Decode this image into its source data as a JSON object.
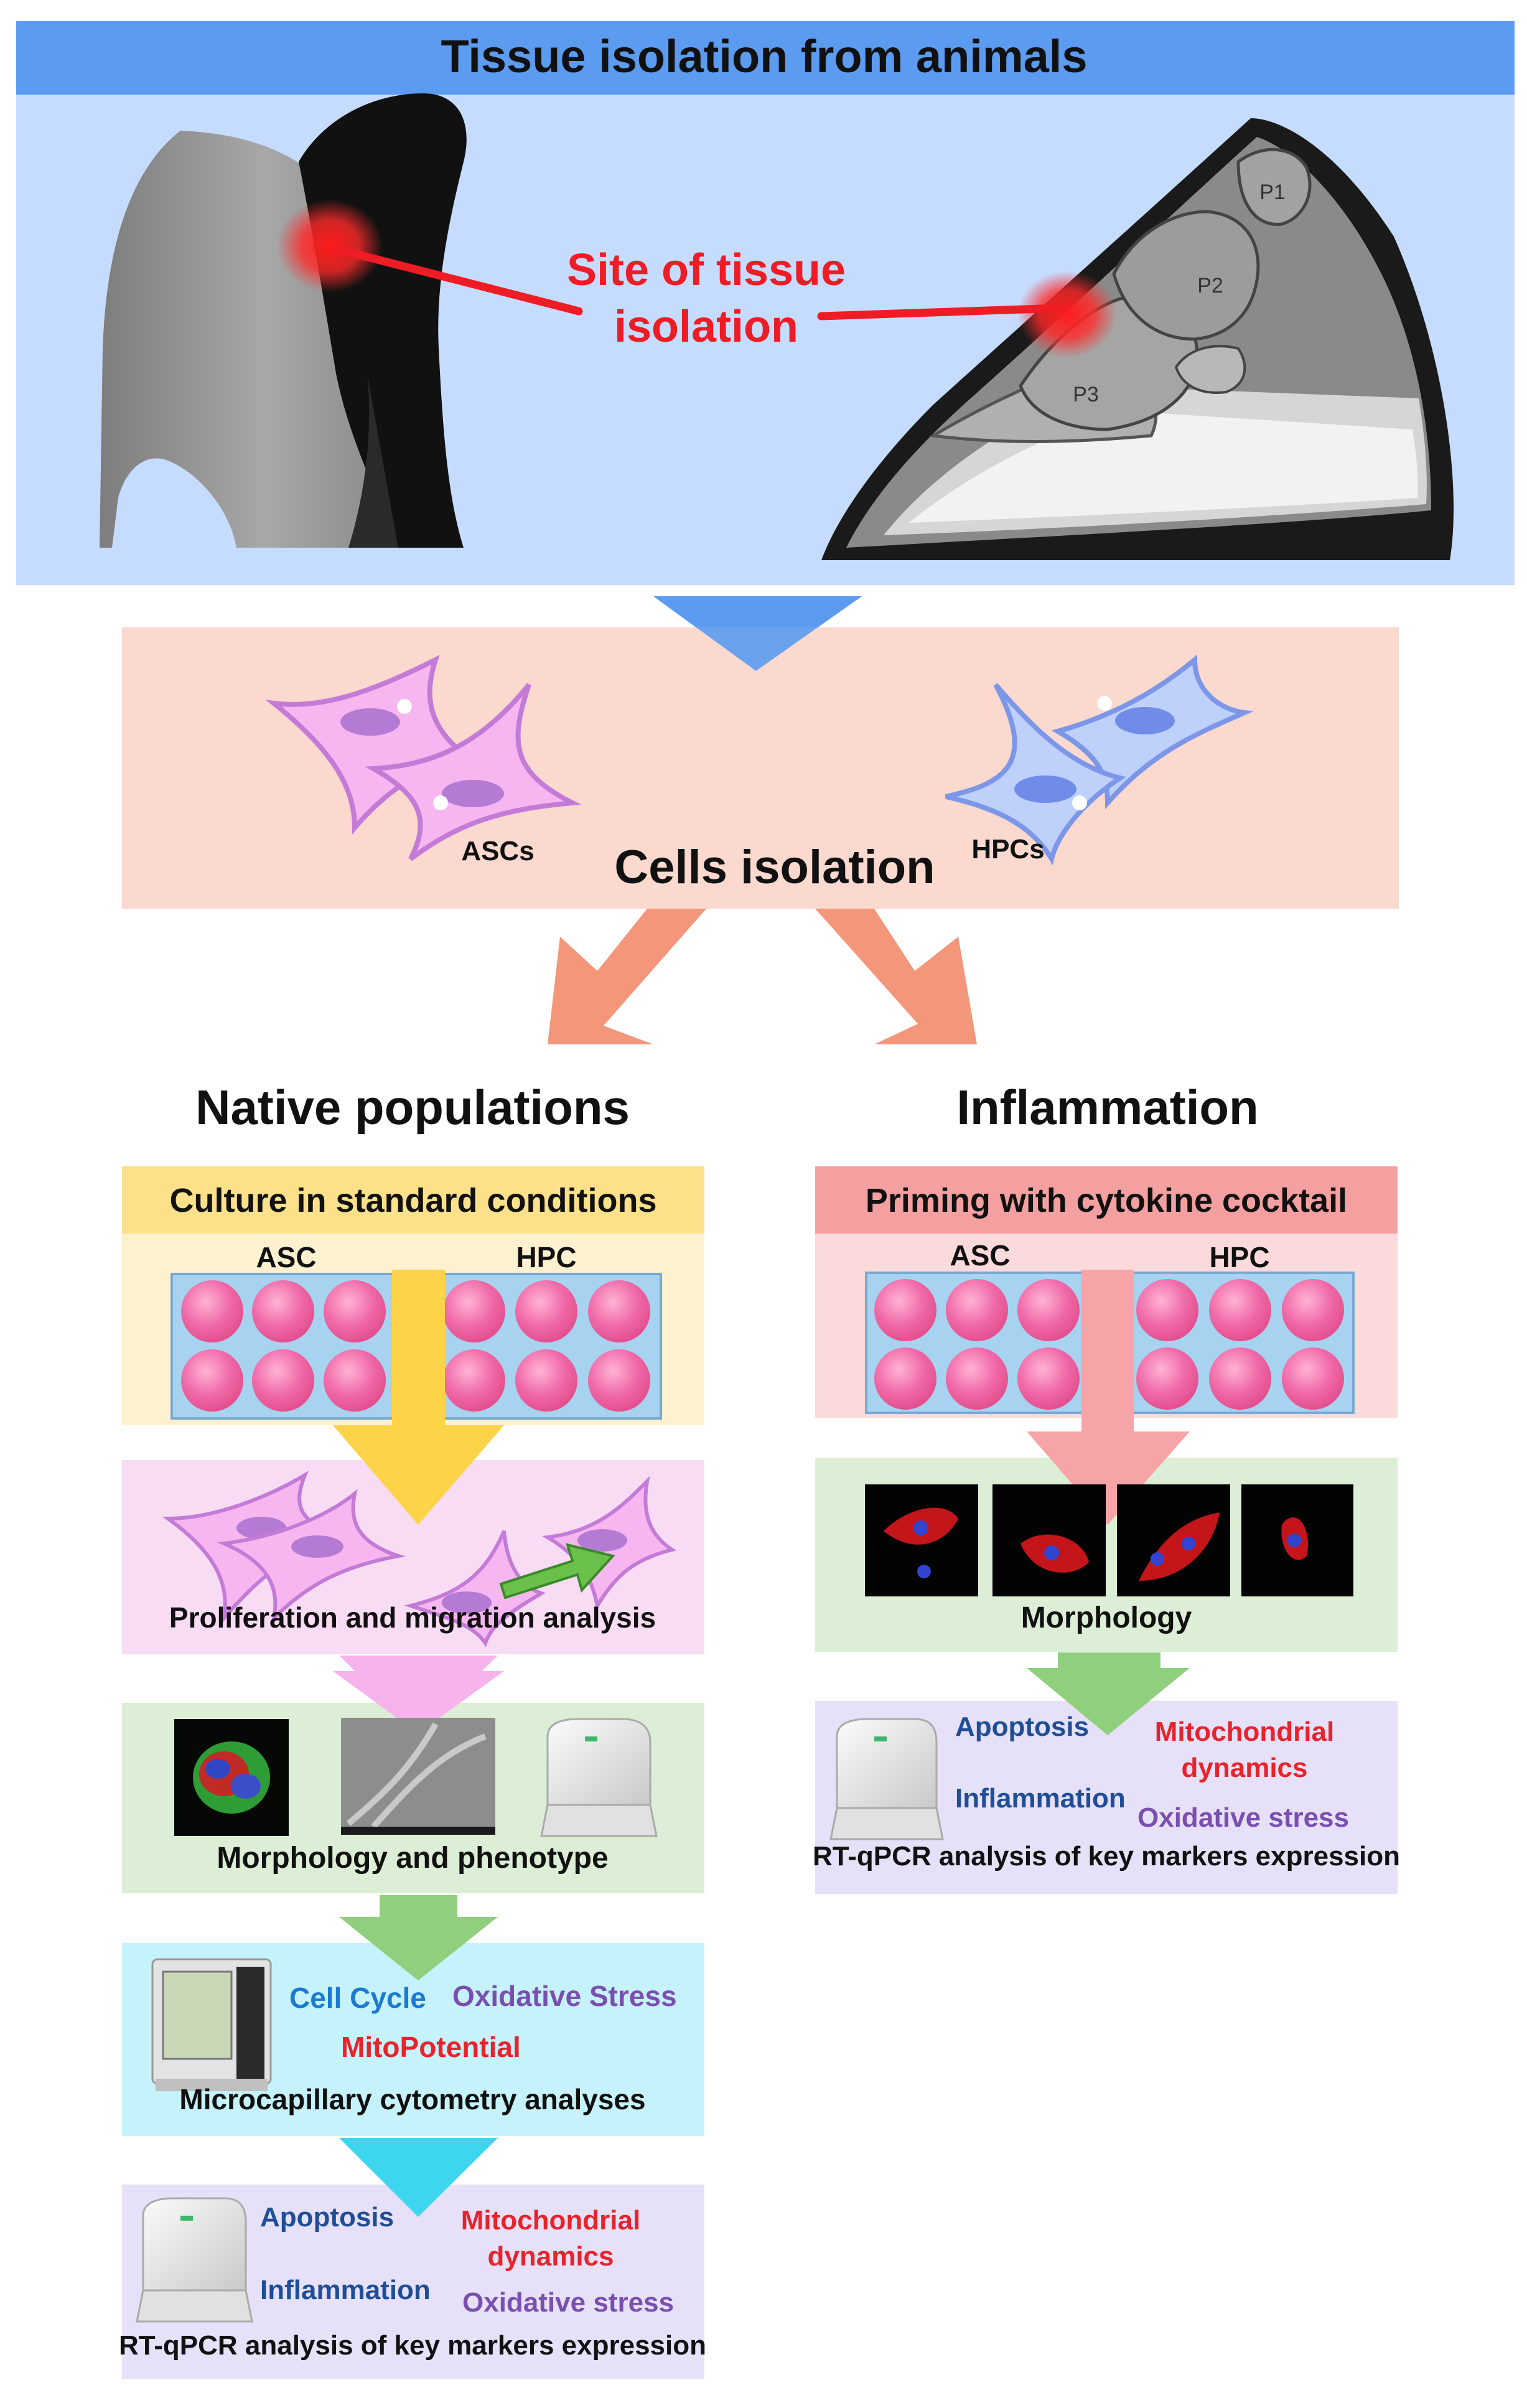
{
  "tissue": {
    "title": "Tissue isolation from animals",
    "site_label_line1": "Site of tissue",
    "site_label_line2": "isolation",
    "bone_p1": "P1",
    "bone_p2": "P2",
    "bone_p3": "P3"
  },
  "cells": {
    "title": "Cells isolation",
    "asc_label": "ASCs",
    "hpc_label": "HPCs"
  },
  "native": {
    "heading": "Native populations",
    "culture_title": "Culture in standard conditions",
    "plate1_label": "ASC",
    "plate2_label": "HPC",
    "prolif_caption": "Proliferation and migration analysis",
    "morph_caption": "Morphology and phenotype",
    "cytometry": {
      "cell_cycle": "Cell Cycle",
      "oxidative": "Oxidative Stress",
      "mito": "MitoPotential",
      "caption": "Microcapillary cytometry analyses"
    },
    "qpcr": {
      "apoptosis": "Apoptosis",
      "inflammation": "Inflammation",
      "mito_line1": "Mitochondrial",
      "mito_line2": "dynamics",
      "oxidative": "Oxidative stress",
      "caption": "RT-qPCR analysis of key markers expression"
    }
  },
  "inflam": {
    "heading": "Inflammation",
    "priming_title": "Priming with cytokine cocktail",
    "plate1_label": "ASC",
    "plate2_label": "HPC",
    "morph_caption": "Morphology",
    "qpcr": {
      "apoptosis": "Apoptosis",
      "inflammation": "Inflammation",
      "mito_line1": "Mitochondrial",
      "mito_line2": "dynamics",
      "oxidative": "Oxidative stress",
      "caption": "RT-qPCR analysis of key markers expression"
    }
  },
  "colors": {
    "header_blue": "#5b9bf0",
    "panel_blue": "#c6dcff",
    "cells_bg": "#fbd9cf",
    "yellow_title": "#fce08a",
    "yellow_panel": "#fdf1cf",
    "red_title": "#f4a0a0",
    "red_panel": "#fadada",
    "pink_panel": "#f8dcf3",
    "green_panel": "#dcefd6",
    "cyan_panel": "#c6f2fb",
    "lavender_panel": "#e6e0f8",
    "text_blue": "#1f4e96",
    "text_cyan_blue": "#1a7bd0",
    "text_red": "#e8232b",
    "text_purple": "#7a4fb0"
  },
  "icons": [
    "leg-silhouette-icon",
    "hoof-section-icon",
    "arrow-down-icon",
    "cell-icon",
    "well-plate-icon",
    "qpcr-machine-icon",
    "cytometer-icon",
    "micrograph-icon"
  ]
}
